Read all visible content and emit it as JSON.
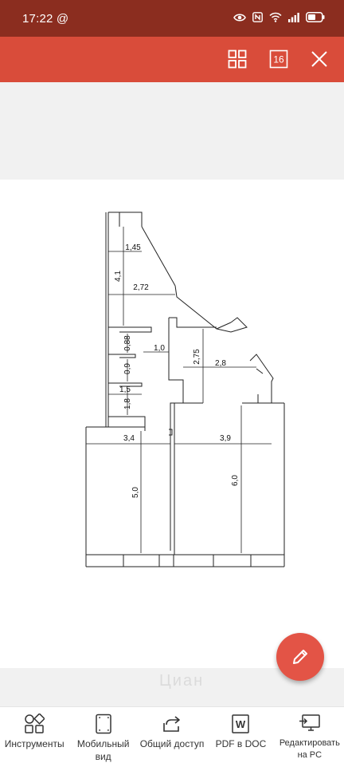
{
  "status_bar": {
    "time": "17:22",
    "at_sign": "@",
    "icons": [
      "eye-icon",
      "nfc-icon",
      "wifi-icon",
      "signal-icon",
      "battery-icon"
    ]
  },
  "app_bar": {
    "background": "#d94c3a",
    "buttons": [
      "thumbnails-grid-icon",
      "page-count-icon",
      "close-icon"
    ],
    "page_count": "16"
  },
  "floor_plan": {
    "labels": {
      "d1_45": "1,45",
      "d4_1": "4,1",
      "d2_72": "2,72",
      "d0_88": "0,88",
      "d1_0": "1,0",
      "d2_75": "2,75",
      "d0_9": "0,9",
      "d2_8": "2,8",
      "d1_5": "1,5",
      "d1_8": "1,8",
      "d3_4": "3,4",
      "d3_9": "3,9",
      "d5_0": "5,0",
      "d6_0": "6,0"
    }
  },
  "watermark": "Циан",
  "fab": {
    "icon": "pencil-icon",
    "color": "#e35446"
  },
  "bottom_toolbar": {
    "items": [
      {
        "label": "Инструменты",
        "icon": "tools-icon"
      },
      {
        "label": "Мобильный вид",
        "icon": "mobile-view-icon"
      },
      {
        "label": "Общий доступ",
        "icon": "share-icon"
      },
      {
        "label": "PDF в DOC",
        "icon": "word-icon",
        "badge": "W"
      },
      {
        "label": "Редактировать на PC",
        "icon": "edit-on-pc-icon"
      }
    ]
  }
}
